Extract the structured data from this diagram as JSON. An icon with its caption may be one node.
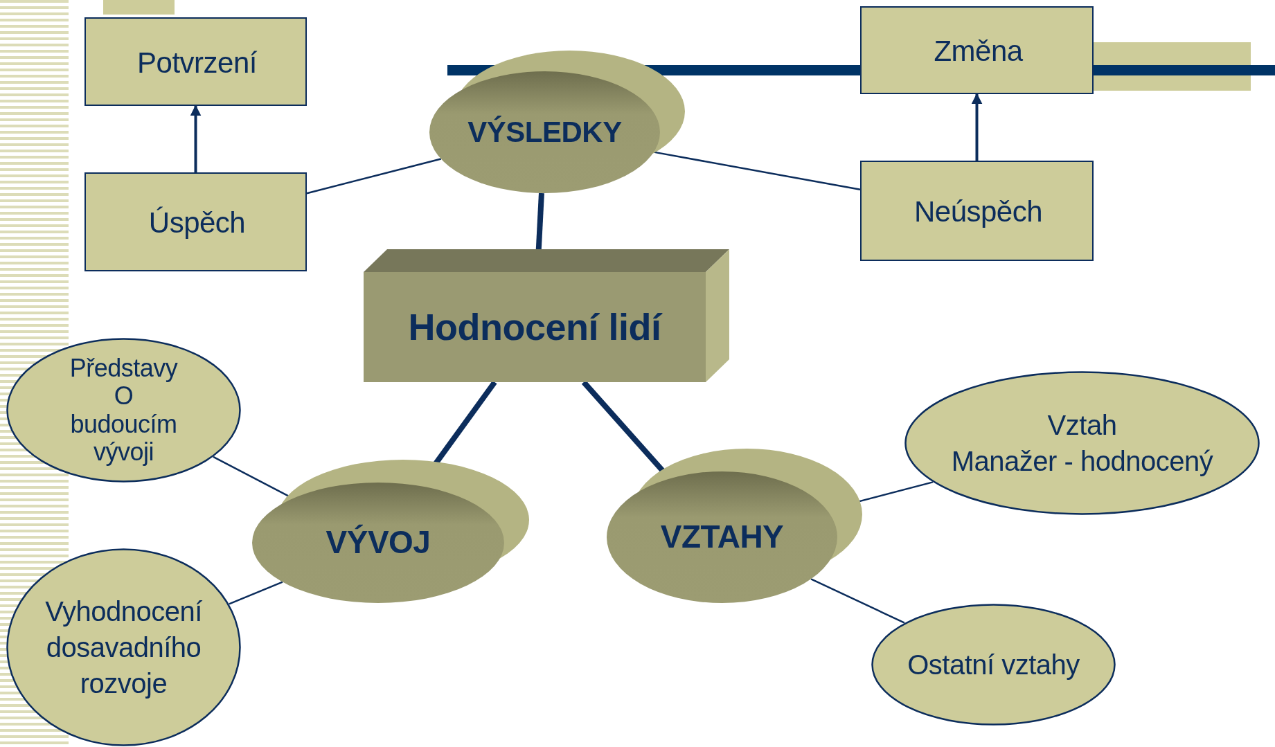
{
  "diagram": {
    "nodes": [
      {
        "text": [
          "Hodnocení lidí"
        ]
      },
      {
        "text": [
          "VÝSLEDKY"
        ]
      },
      {
        "text": [
          "Potvrzení"
        ]
      },
      {
        "text": [
          "Úspěch"
        ]
      },
      {
        "text": [
          "Změna"
        ]
      },
      {
        "text": [
          "Neúspěch"
        ]
      },
      {
        "text": [
          "VÝVOJ"
        ]
      },
      {
        "text": [
          "VZTAHY"
        ]
      },
      {
        "text": [
          "Představy O budoucím vývoji"
        ]
      },
      {
        "text": [
          "Vyhodnocení dosavadního rozvoje"
        ]
      },
      {
        "text": [
          "Vztah",
          "Manažer - hodnocený"
        ]
      },
      {
        "text": [
          "Ostatní vztahy"
        ]
      }
    ],
    "edges": [
      {
        "from": 1,
        "to": 0,
        "arrow": "none",
        "style": "thick"
      },
      {
        "from": 1,
        "to": 3,
        "arrow": "none"
      },
      {
        "from": 1,
        "to": 5,
        "arrow": "none"
      },
      {
        "from": 3,
        "to": 2,
        "arrow": "to"
      },
      {
        "from": 5,
        "to": 4,
        "arrow": "to"
      },
      {
        "from": 0,
        "to": 6,
        "arrow": "none",
        "style": "thick"
      },
      {
        "from": 0,
        "to": 7,
        "arrow": "none",
        "style": "thick"
      },
      {
        "from": 6,
        "to": 8,
        "arrow": "none"
      },
      {
        "from": 6,
        "to": 9,
        "arrow": "none"
      },
      {
        "from": 7,
        "to": 10,
        "arrow": "none"
      },
      {
        "from": 7,
        "to": 11,
        "arrow": "none"
      }
    ]
  }
}
